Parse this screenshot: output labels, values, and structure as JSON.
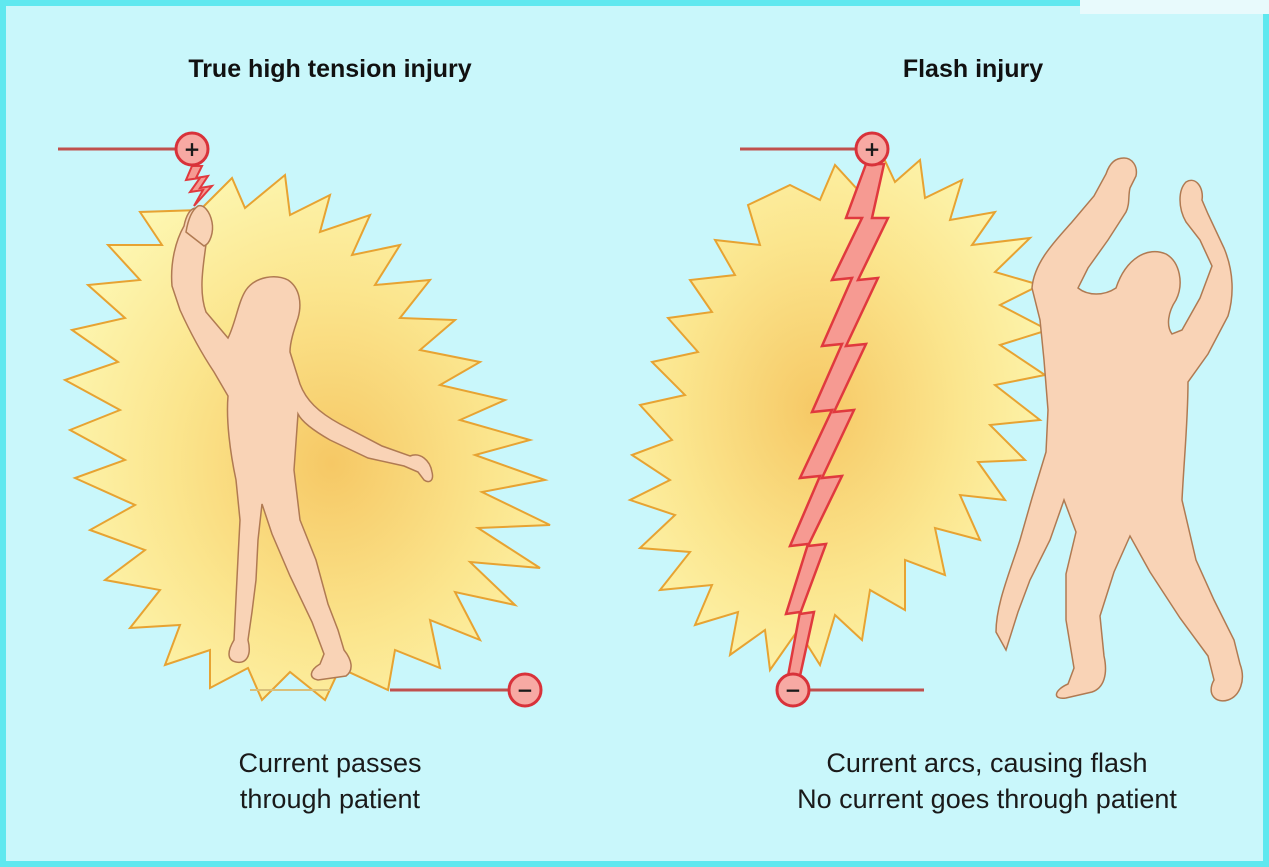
{
  "panels": [
    {
      "title": "True high tension injury",
      "caption_lines": [
        "Current passes",
        "through patient"
      ],
      "positive_symbol": "+",
      "negative_symbol": "−"
    },
    {
      "title": "Flash injury",
      "caption_lines": [
        "Current arcs, causing flash",
        "No current goes through patient"
      ],
      "positive_symbol": "+",
      "negative_symbol": "−"
    }
  ],
  "colors": {
    "background": "#c9f7fb",
    "frame": "#5fe8ef",
    "flash_fill_center": "#f6cf6a",
    "flash_fill_edge": "#fdf4a6",
    "flash_stroke": "#e7a332",
    "figure_fill": "#f9d3b6",
    "figure_stroke": "#b07a52",
    "bolt_fill": "#f69a92",
    "bolt_stroke": "#e0393e",
    "wire": "#c0504d",
    "electrode_fill": "#f7a9a3",
    "electrode_stroke": "#d8323a"
  },
  "icons": [
    "positive-electrode-icon",
    "negative-electrode-icon",
    "lightning-bolt-icon",
    "human-figure-icon",
    "flash-burst-icon"
  ]
}
